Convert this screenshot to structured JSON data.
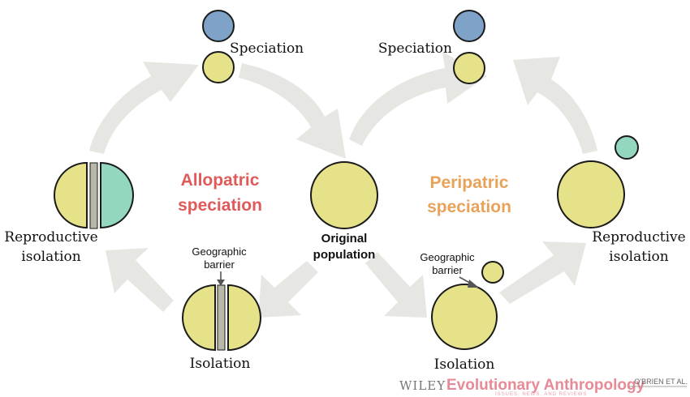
{
  "colors": {
    "population_yellow": "#e6e28a",
    "species_blue": "#7fa2c8",
    "species_green": "#93d7be",
    "barrier_gray": "#b9b8a8",
    "arrow_gray": "#e6e6e2",
    "allopatric_red": "#e05a5a",
    "peripatric_orange": "#e8a25a",
    "journal_pink": "#e88a96"
  },
  "center": {
    "label_line1": "Original",
    "label_line2": "population"
  },
  "allopatric": {
    "title_line1": "Allopatric",
    "title_line2": "speciation",
    "speciation_label": "Speciation",
    "reproductive_line1": "Reproductive",
    "reproductive_line2": "isolation",
    "isolation_label": "Isolation",
    "barrier_line1": "Geographic",
    "barrier_line2": "barrier"
  },
  "peripatric": {
    "title_line1": "Peripatric",
    "title_line2": "speciation",
    "speciation_label": "Speciation",
    "reproductive_line1": "Reproductive",
    "reproductive_line2": "isolation",
    "isolation_label": "Isolation",
    "barrier_line1": "Geographic",
    "barrier_line2": "barrier"
  },
  "footer": {
    "publisher": "WILEY",
    "journal": "Evolutionary Anthropology",
    "tagline": "ISSUES, NEWS, AND REVIEWS",
    "author": "O'BRIEN ET AL."
  }
}
